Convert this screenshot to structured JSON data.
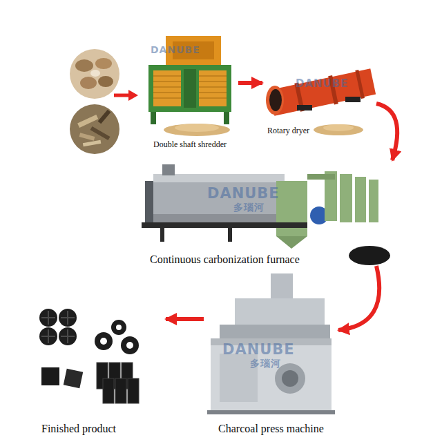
{
  "diagram": {
    "nodes": [
      {
        "text": [
          "Double shaft shredder"
        ]
      },
      {
        "text": [
          "Rotary dryer"
        ]
      },
      {
        "text": [
          "Continuous carbonization furnace"
        ]
      },
      {
        "text": [
          "Charcoal press machine"
        ]
      },
      {
        "text": [
          "Finished product"
        ]
      }
    ],
    "edges": [
      {
        "from": 0,
        "to": 1,
        "arrow": "to"
      },
      {
        "from": 1,
        "to": 2,
        "arrow": "to"
      },
      {
        "from": 2,
        "to": 3,
        "arrow": "to"
      },
      {
        "from": 3,
        "to": 4,
        "arrow": "to"
      }
    ],
    "labels": [
      "DANUBE",
      "DANUBE",
      "DANUBE",
      "多瑙河",
      "DANUBE",
      "多瑙河"
    ]
  }
}
